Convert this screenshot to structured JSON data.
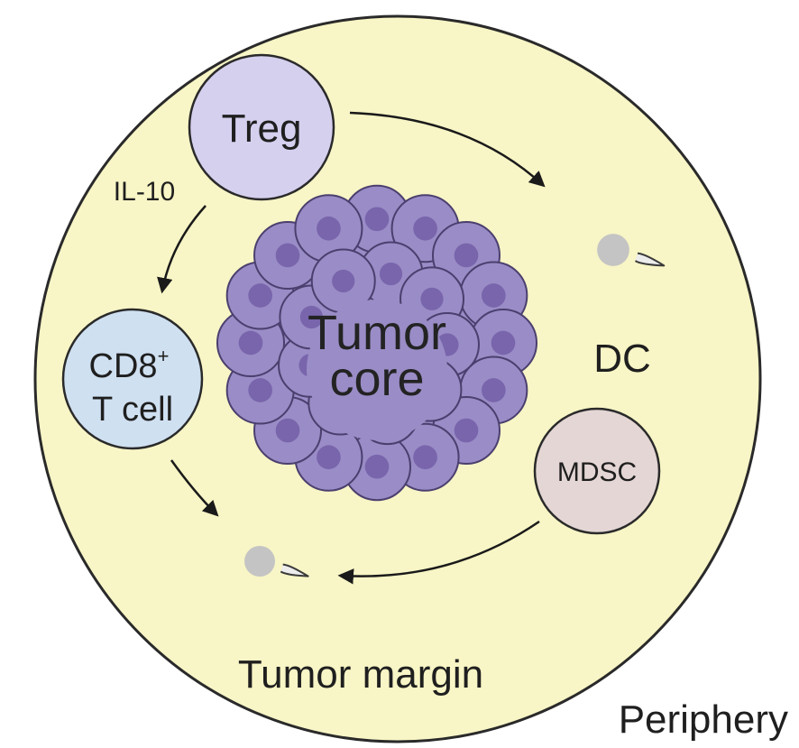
{
  "labels": {
    "treg": "Treg",
    "il10": "IL-10",
    "cd8_main": "CD8",
    "cd8_sup": "+",
    "t_cell": "T cell",
    "tumor_core_line1": "Tumor",
    "tumor_core_line2": "core",
    "dc": "DC",
    "mdsc": "MDSC",
    "tumor_margin": "Tumor margin",
    "periphery": "Periphery"
  },
  "colors": {
    "periphery_fill": "#f8f5c6",
    "periphery_stroke": "#2a2a2a",
    "treg_fill": "#d6d0ef",
    "cd8_fill": "#cfe0f1",
    "mdsc_fill": "#e3d6d4",
    "tumor_cell_fill": "#9a8cc6",
    "tumor_cell_stroke": "#4a3f6e",
    "tumor_nucleus": "#7865ac",
    "dendritic_fill": "#ececec",
    "dendritic_nucleus": "#c4c4c4",
    "arrow": "#1a1a1a"
  },
  "icons": [
    "treg-cell",
    "cd8-t-cell",
    "mdsc-cell",
    "tumor-cell-cluster",
    "dendritic-cell-dc",
    "dendritic-cell-margin"
  ]
}
